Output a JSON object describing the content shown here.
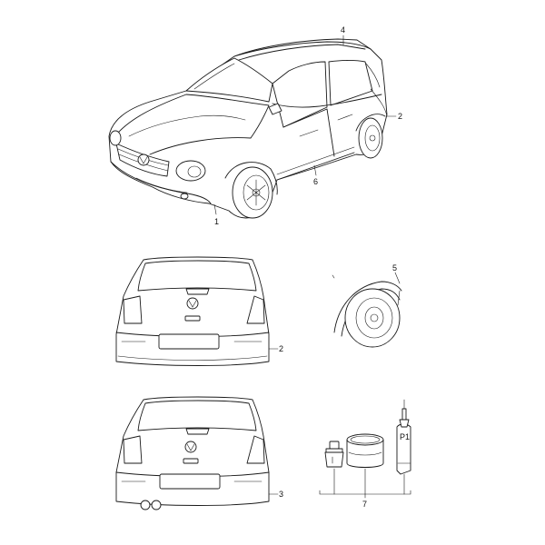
{
  "callouts": {
    "c1": "1",
    "c2_car": "2",
    "c2_rear": "2",
    "c3": "3",
    "c4": "4",
    "c5": "5",
    "c6": "6",
    "c7": "7"
  },
  "tube_label": "P1",
  "colors": {
    "line": "#1a1a1a",
    "background": "#ffffff"
  }
}
